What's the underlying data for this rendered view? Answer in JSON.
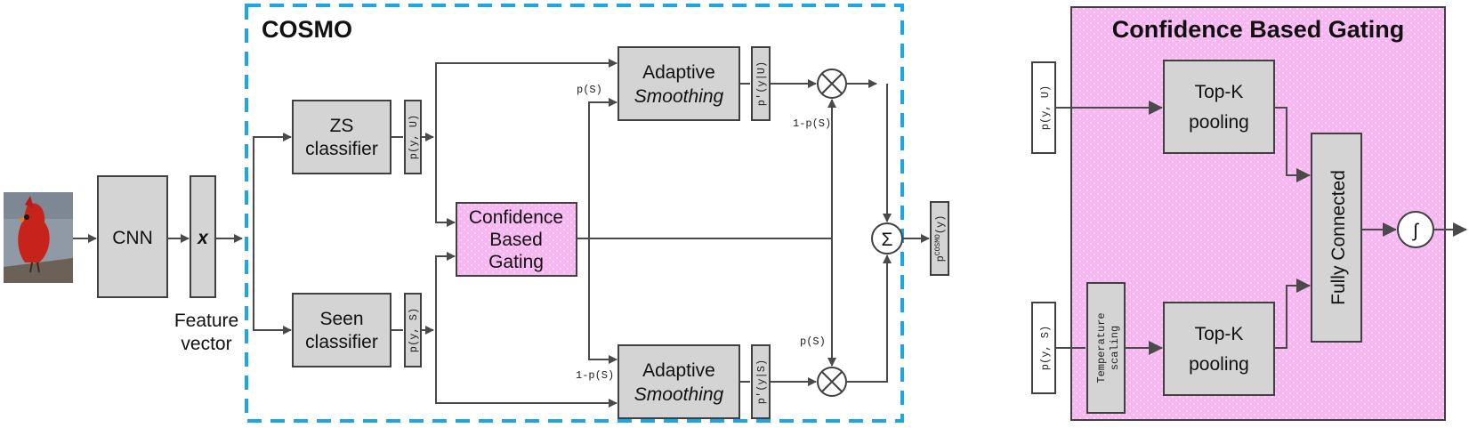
{
  "cosmo": {
    "title": "COSMO",
    "cnn": "CNN",
    "x": "x",
    "feature_vector": [
      "Feature",
      "vector"
    ],
    "zs_classifier": [
      "ZS",
      "classifier"
    ],
    "seen_classifier": [
      "Seen",
      "classifier"
    ],
    "p_y_u": "p(y, U)",
    "p_y_s": "p(y, S)",
    "gating": [
      "Confidence",
      "Based",
      "Gating"
    ],
    "adaptive": "Adaptive",
    "smoothing": "Smoothing",
    "p_prime_u": "p'(y|U)",
    "p_prime_s": "p'(y|S)",
    "p_s": "p(S)",
    "one_minus_p_s": "1-p(S)",
    "times": "×",
    "sigma": "Σ",
    "p_cosmo": "p",
    "cosmo_sup": "COSMO",
    "p_cosmo_arg": "(y)"
  },
  "gating_detail": {
    "title": "Confidence Based Gating",
    "p_y_u": "p(y, U)",
    "p_y_s": "p(y, S)",
    "topk": [
      "Top-K",
      "pooling"
    ],
    "temperature": [
      "Temperature",
      "scaling"
    ],
    "fully_connected": "Fully Connected",
    "sigmoid": "∫"
  },
  "colors": {
    "pink": "#f7b7f0",
    "dash_blue": "#1ba7e6",
    "box_gray": "#d4d4d4"
  }
}
